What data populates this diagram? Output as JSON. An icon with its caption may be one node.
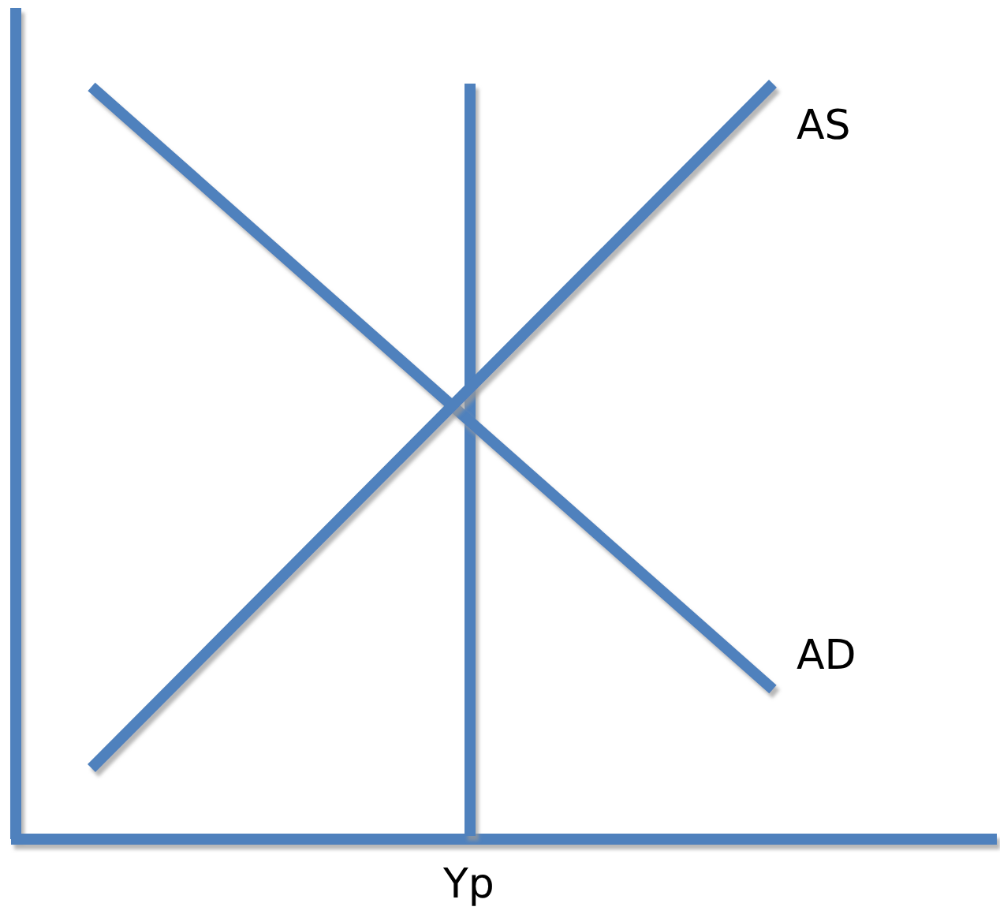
{
  "diagram": {
    "labels": [
      "AS",
      "AD",
      "Yp"
    ]
  }
}
